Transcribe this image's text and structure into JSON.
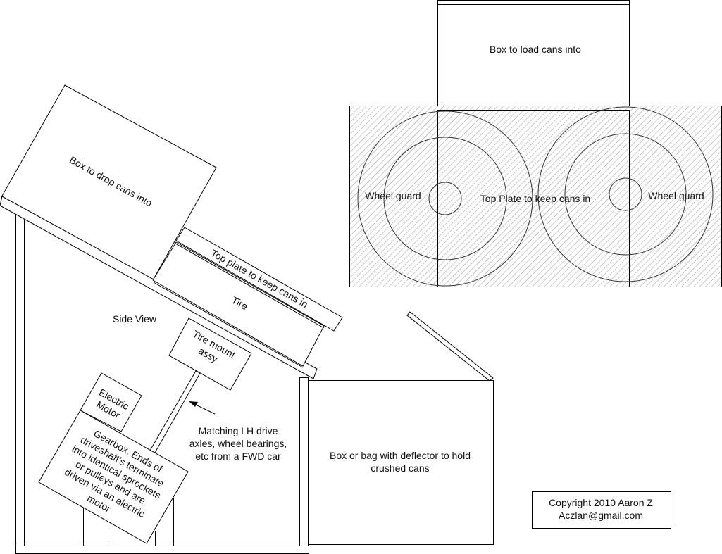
{
  "top_view": {
    "load_box_label": "Box to load cans into",
    "left_guard_label": "Wheel guard",
    "top_plate_label": "Top Plate to keep cans in",
    "right_guard_label": "Wheel guard"
  },
  "side_view": {
    "title": "Side View",
    "drop_box_label": "Box to drop cans into",
    "top_plate_label": "Top plate to keep cans in",
    "tire_label": "Tire",
    "tire_mount_lines": [
      "Tire mount",
      "assy"
    ],
    "motor_lines": [
      "Electric",
      "Motor"
    ],
    "gearbox_lines": [
      "Gearbox. Ends of",
      "driveshaft's terminate",
      "into identical sprockets",
      "or pulleys and are",
      "driven via an electric",
      "motor"
    ],
    "axle_note_lines": [
      "Matching LH drive",
      "axles, wheel bearings,",
      "etc from a FWD car"
    ],
    "crushed_box_lines": [
      "Box or bag with deflector to hold",
      "crushed cans"
    ]
  },
  "copyright_lines": [
    "Copyright 2010 Aaron Z",
    "Aczlan@gmail.com"
  ]
}
